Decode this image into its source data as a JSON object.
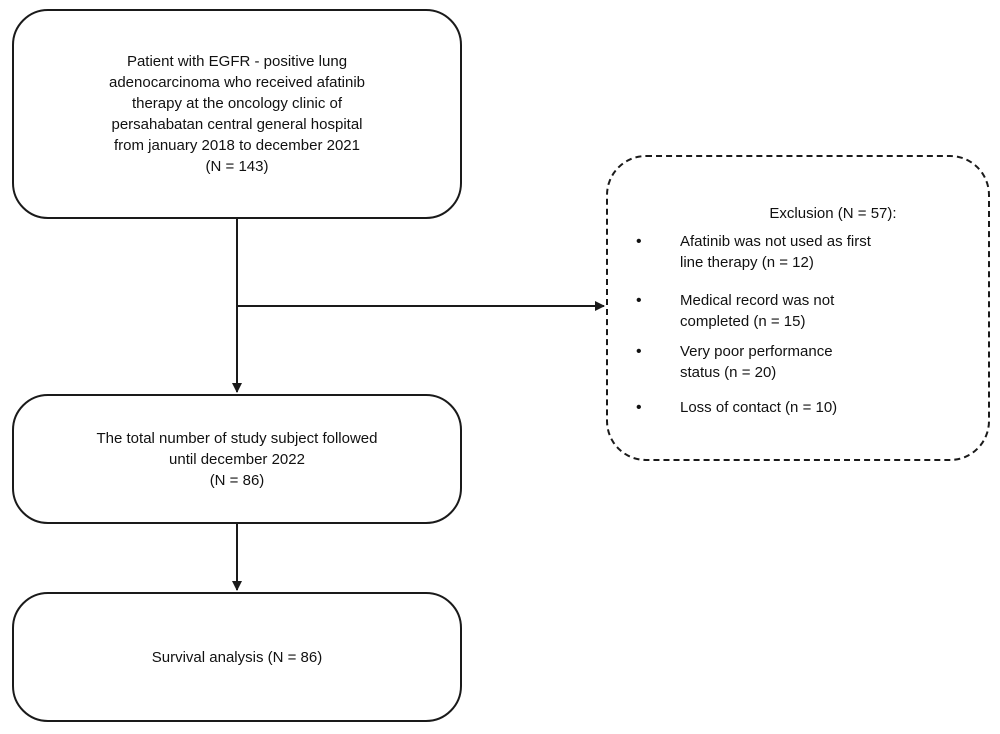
{
  "enrollment_box": {
    "lines": [
      "Patient with EGFR - positive lung",
      "adenocarcinoma who received afatinib",
      "therapy at the oncology clinic of",
      "persahabatan central general hospital",
      "from january 2018 to december 2021",
      "(N = 143)"
    ]
  },
  "exclusion_box": {
    "title": "Exclusion (N = 57):",
    "items": [
      {
        "lines": [
          "Afatinib was not used as first",
          "line therapy (n = 12)"
        ]
      },
      {
        "lines": [
          "Medical record was not",
          "completed (n = 15)"
        ]
      },
      {
        "lines": [
          "Very poor performance",
          "status (n = 20)"
        ]
      },
      {
        "lines": [
          "Loss of contact (n = 10)"
        ]
      }
    ],
    "bullet": "•"
  },
  "followed_box": {
    "lines": [
      "The total number of study subject followed",
      "until december 2022",
      "(N = 86)"
    ]
  },
  "analysis_box": {
    "lines": [
      "Survival analysis (N = 86)"
    ]
  }
}
